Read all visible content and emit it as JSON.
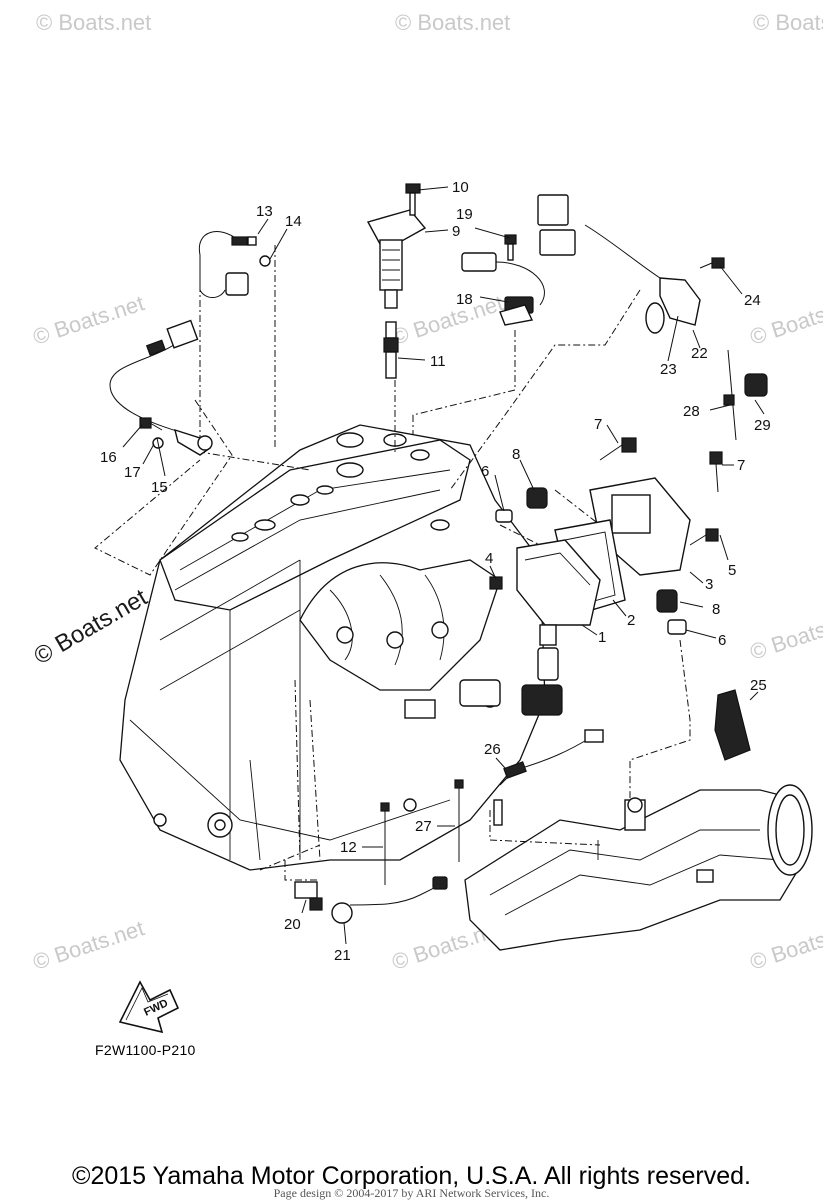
{
  "diagram": {
    "code": "F2W1100-P210",
    "copyright": "©2015 Yamaha Motor Corporation, U.S.A. All rights reserved.",
    "page_design": "Page design © 2004-2017 by ARI Network Services, Inc.",
    "watermark": "© Boats.net",
    "fwd_label": "FWD",
    "callouts": [
      "1",
      "2",
      "3",
      "4",
      "5",
      "6",
      "6",
      "7",
      "7",
      "8",
      "8",
      "9",
      "10",
      "11",
      "12",
      "13",
      "14",
      "15",
      "16",
      "17",
      "18",
      "19",
      "20",
      "21",
      "22",
      "23",
      "24",
      "25",
      "26",
      "27",
      "28",
      "29"
    ]
  }
}
